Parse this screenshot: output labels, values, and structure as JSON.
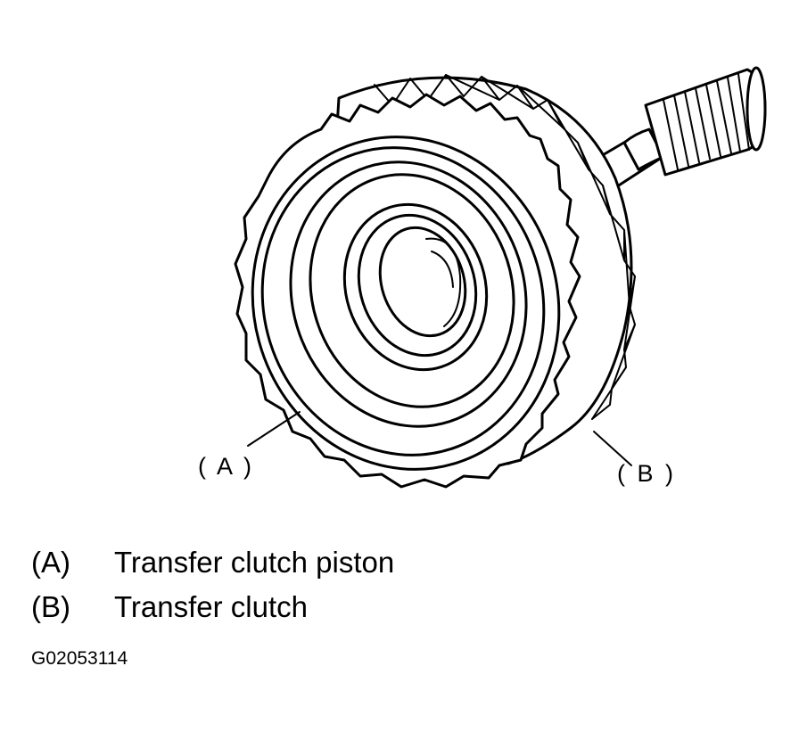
{
  "callouts": {
    "a": "( A )",
    "b": "( B )"
  },
  "legend": [
    {
      "key": "(A)",
      "text": "Transfer clutch piston"
    },
    {
      "key": "(B)",
      "text": "Transfer clutch"
    }
  ],
  "figure_code": "G02053114",
  "colors": {
    "line": "#000000",
    "background": "#ffffff"
  }
}
